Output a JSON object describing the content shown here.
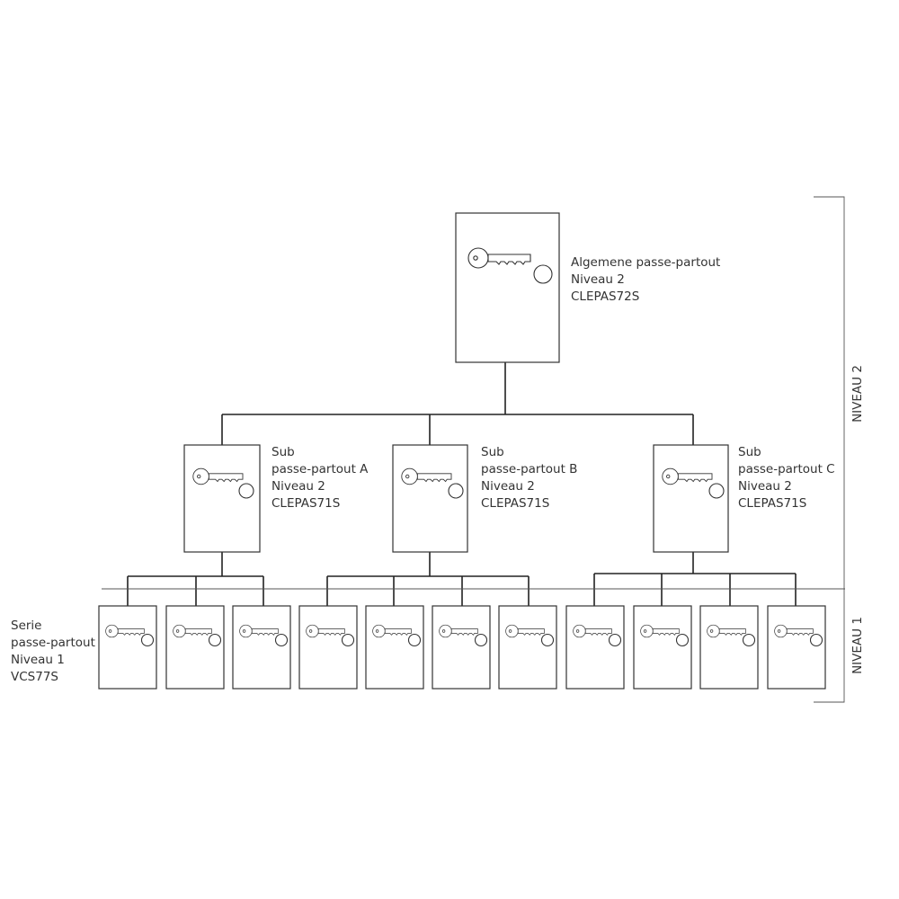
{
  "top": {
    "lines": [
      "Algemene passe-partout",
      "Niveau 2",
      "CLEPAS72S"
    ]
  },
  "subs": [
    {
      "lines": [
        "Sub",
        "passe-partout A",
        "Niveau 2",
        "CLEPAS71S"
      ]
    },
    {
      "lines": [
        "Sub",
        "passe-partout  B",
        "Niveau 2",
        "CLEPAS71S"
      ]
    },
    {
      "lines": [
        "Sub",
        "passe-partout  C",
        "Niveau 2",
        "CLEPAS71S"
      ]
    }
  ],
  "serie": {
    "lines": [
      "Serie",
      "passe-partout",
      "Niveau 1",
      "VCS77S"
    ]
  },
  "levels": {
    "niveau2": "NIVEAU 2",
    "niveau1": "NIVEAU 1"
  },
  "icons": {
    "key": "key-icon",
    "lock": "keyhole-icon"
  }
}
